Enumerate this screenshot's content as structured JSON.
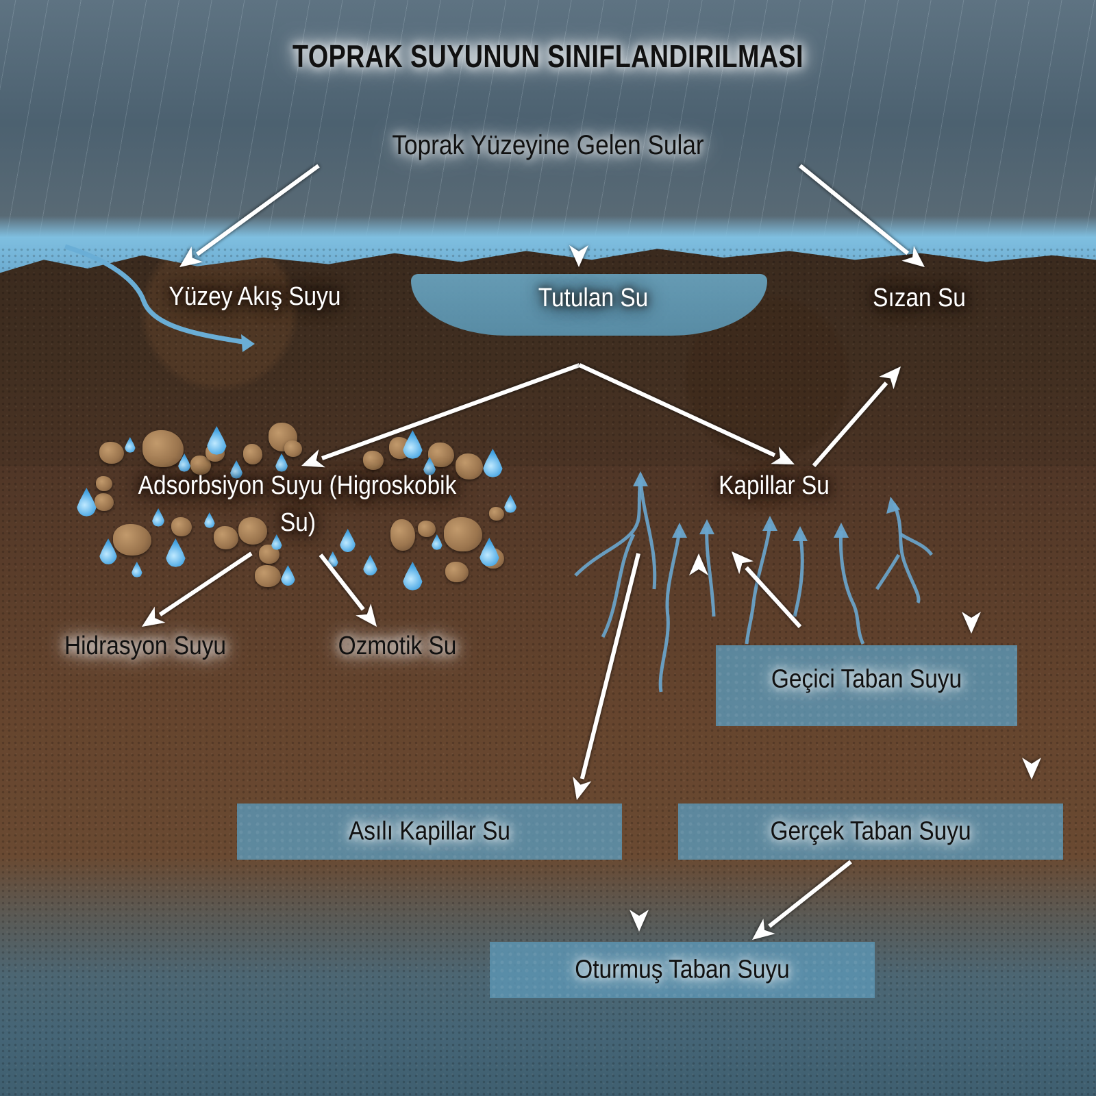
{
  "title": "TOPRAK SUYUNUN SINIFLANDIRILMASI",
  "root": "Toprak Yüzeyine Gelen Sular",
  "surface": {
    "runoff": "Yüzey Akış Suyu",
    "retained": "Tutulan Su",
    "seepage": "Sızan Su"
  },
  "retained_children": {
    "adsorption": "Adsorbsiyon Suyu (Higroskobik Su)",
    "adsorption_line1": "Adsorbsiyon Suyu (Higroskobik",
    "adsorption_line2": "Su)",
    "capillary": "Kapillar Su"
  },
  "adsorption_children": {
    "hydration": "Hidrasyon Suyu",
    "osmotic": "Ozmotik Su"
  },
  "groundwater": {
    "temporary": "Geçici Taban Suyu",
    "suspended_capillary": "Asılı Kapillar Su",
    "true": "Gerçek Taban Suyu",
    "settled": "Oturmuş Taban Suyu"
  },
  "colors": {
    "water_box": "#5c94b2",
    "arrow": "#ffffff",
    "drop": "#48a6e3",
    "soil": "#5a3d2a",
    "sky": "#4c6170"
  },
  "edges": [
    {
      "from": "Toprak Yüzeyine Gelen Sular",
      "to": "Yüzey Akış Suyu"
    },
    {
      "from": "Toprak Yüzeyine Gelen Sular",
      "to": "Tutulan Su"
    },
    {
      "from": "Toprak Yüzeyine Gelen Sular",
      "to": "Sızan Su"
    },
    {
      "from": "Tutulan Su",
      "to": "Adsorbsiyon Suyu (Higroskobik Su)"
    },
    {
      "from": "Tutulan Su",
      "to": "Kapillar Su"
    },
    {
      "from": "Kapillar Su",
      "to": "Sızan Su"
    },
    {
      "from": "Adsorbsiyon Suyu (Higroskobik Su)",
      "to": "Hidrasyon Suyu"
    },
    {
      "from": "Adsorbsiyon Suyu (Higroskobik Su)",
      "to": "Ozmotik Su"
    },
    {
      "from": "Sızan Su",
      "to": "Geçici Taban Suyu"
    },
    {
      "from": "Sızan Su",
      "to": "Gerçek Taban Suyu"
    },
    {
      "from": "Geçici Taban Suyu",
      "to": "Kapillar Su"
    },
    {
      "from": "Gerçek Taban Suyu",
      "to": "Kapillar Su"
    },
    {
      "from": "Kapillar Su",
      "to": "Asılı Kapillar Su"
    },
    {
      "from": "Kapillar Su",
      "to": "Oturmuş Taban Suyu"
    },
    {
      "from": "Gerçek Taban Suyu",
      "to": "Oturmuş Taban Suyu"
    }
  ]
}
